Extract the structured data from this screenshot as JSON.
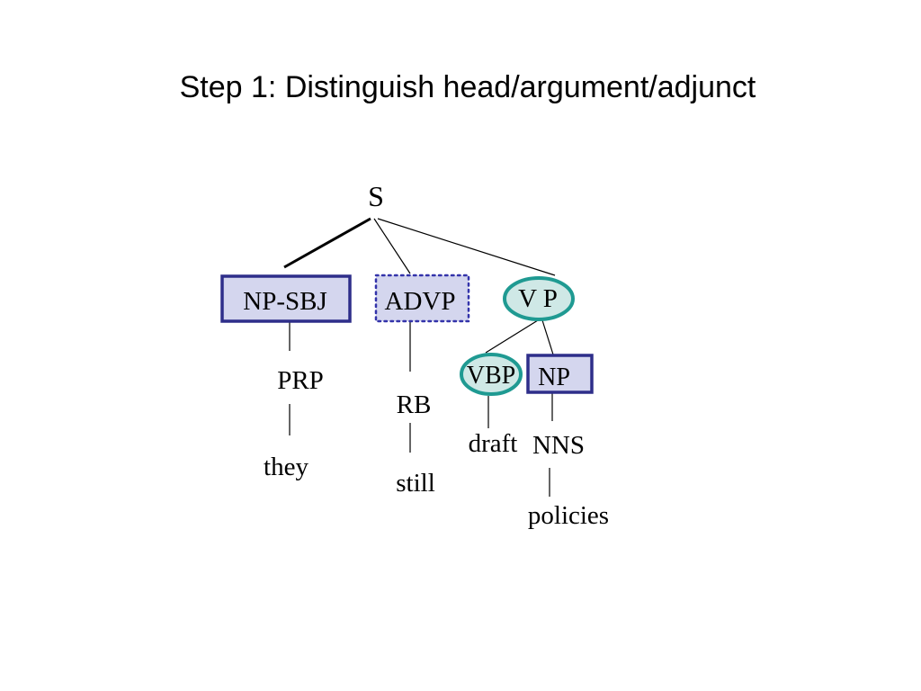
{
  "slide": {
    "title": "Step 1: Distinguish head/argument/adjunct"
  },
  "tree": {
    "root": "S",
    "np_sbj": "NP-SBJ",
    "advp": "ADVP",
    "vp": "V P",
    "vbp": "VBP",
    "np": "NP",
    "prp": "PRP",
    "rb": "RB",
    "nns": "NNS",
    "word_they": "they",
    "word_still": "still",
    "word_draft": "draft",
    "word_policies": "policies"
  },
  "colors": {
    "argument_fill": "#d4d6ee",
    "argument_border": "#2e2e8a",
    "head_fill": "#cfe8e6",
    "head_border": "#1f9a92",
    "adjunct_border": "#3333aa"
  }
}
